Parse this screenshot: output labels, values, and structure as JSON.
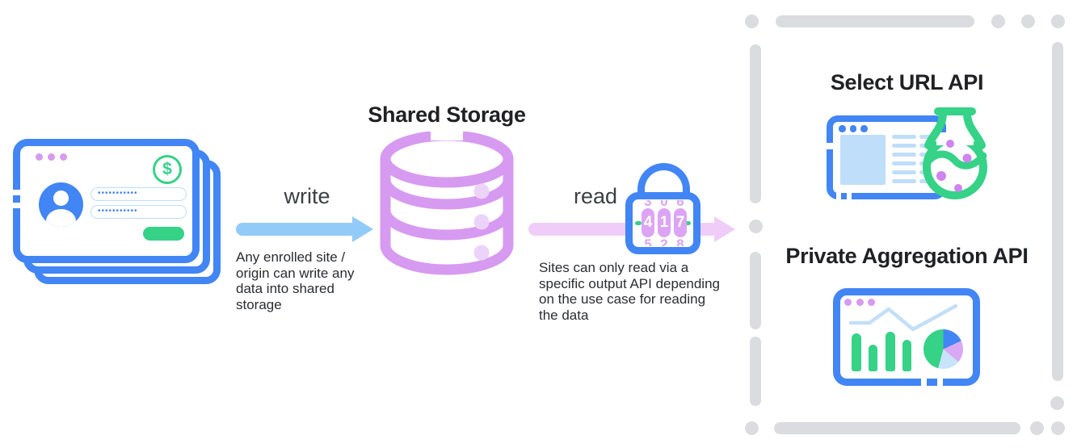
{
  "titles": {
    "storage": "Shared Storage",
    "select_url": "Select URL API",
    "private_aggregation": "Private Aggregation API"
  },
  "flow": {
    "write": {
      "label": "write",
      "description": "Any enrolled site / origin can write any data into shared storage"
    },
    "read": {
      "label": "read",
      "description": "Sites can only read via a specific output API depending on the use case for reading the data"
    }
  },
  "login_window": {
    "dollar_symbol": "$",
    "password_fields": [
      "•••••••••••",
      "•••••••••••"
    ]
  },
  "lock": {
    "code": "417",
    "dials": [
      {
        "prev": "3",
        "current": "4",
        "next": "5"
      },
      {
        "prev": "0",
        "current": "1",
        "next": "2"
      },
      {
        "prev": "6",
        "current": "7",
        "next": "8"
      }
    ]
  },
  "colors": {
    "blue": "#4285F4",
    "green": "#35D287",
    "purple": "#D79AF1",
    "dial_purple": "#DCA4F4",
    "light_purple_dot": "#EBD3F9",
    "write_arrow": "#92CBF8",
    "read_arrow": "#EFCDF8",
    "light_blue_fill": "#BFDEF9",
    "dash_gray": "#DADCE0",
    "text": "#202124"
  }
}
